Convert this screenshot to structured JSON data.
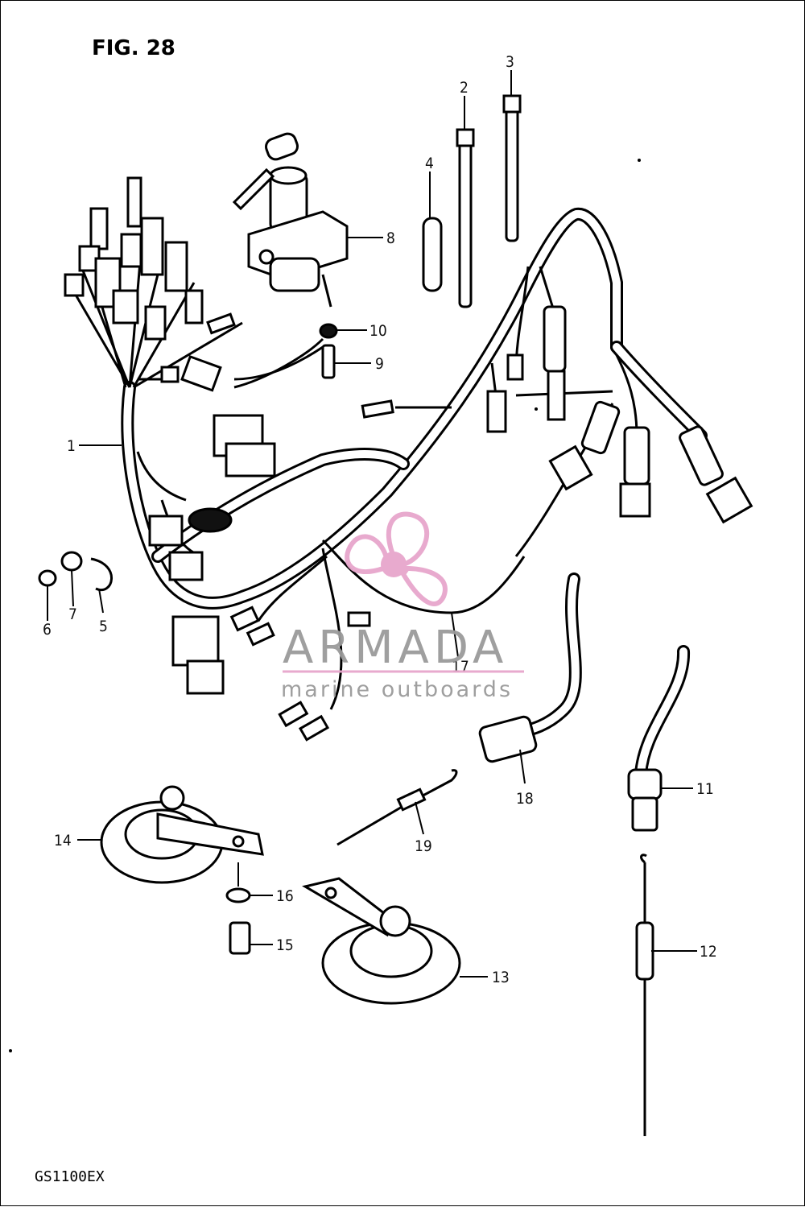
{
  "figure": {
    "title": "FIG. 28",
    "model_code": "GS1100EX"
  },
  "watermark": {
    "brand": "ARMADA",
    "tagline": "marine outboards",
    "accent_color": "#e7a6cc"
  },
  "callouts": [
    "1",
    "2",
    "3",
    "4",
    "5",
    "6",
    "7",
    "8",
    "9",
    "10",
    "11",
    "12",
    "13",
    "14",
    "15",
    "16",
    "17",
    "18",
    "19"
  ]
}
